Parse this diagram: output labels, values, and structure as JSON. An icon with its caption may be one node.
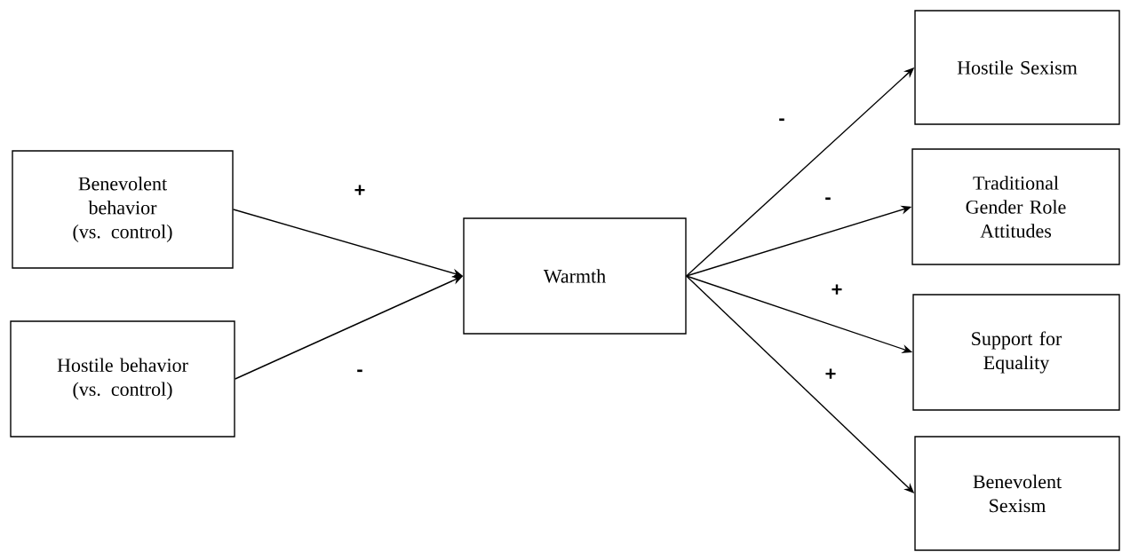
{
  "diagram": {
    "nodes": [
      {
        "text": [
          "Benevolent behavior (vs. control)"
        ]
      },
      {
        "text": [
          "Hostile behavior (vs. control)"
        ]
      },
      {
        "text": [
          "Warmth"
        ]
      },
      {
        "text": [
          "Hostile Sexism"
        ]
      },
      {
        "text": [
          "Traditional Gender Role Attitudes"
        ]
      },
      {
        "text": [
          "Support for Equality"
        ]
      },
      {
        "text": [
          "Benevolent Sexism"
        ]
      }
    ],
    "edges": [
      {
        "from": 0,
        "to": 2,
        "arrow": "to",
        "label": "+"
      },
      {
        "from": 1,
        "to": 2,
        "arrow": "to",
        "label": "-"
      },
      {
        "from": 2,
        "to": 3,
        "arrow": "to",
        "label": "-"
      },
      {
        "from": 2,
        "to": 4,
        "arrow": "to",
        "label": "-"
      },
      {
        "from": 2,
        "to": 5,
        "arrow": "to",
        "label": "+"
      },
      {
        "from": 2,
        "to": 6,
        "arrow": "to",
        "label": "+"
      }
    ]
  }
}
